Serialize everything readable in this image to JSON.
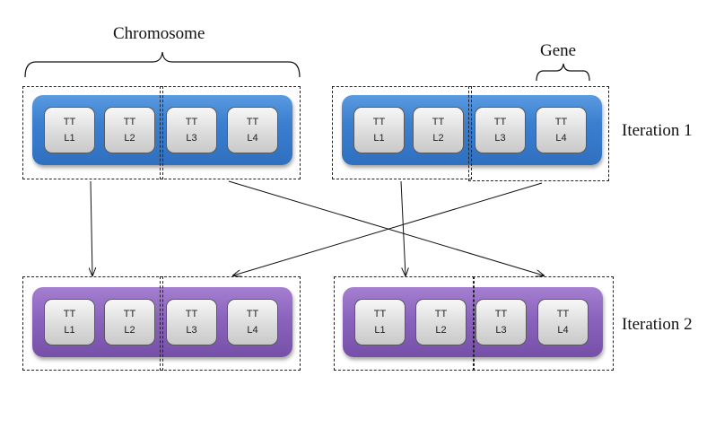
{
  "labels": {
    "chromosome": "Chromosome",
    "gene": "Gene",
    "iteration1": "Iteration 1",
    "iteration2": "Iteration 2"
  },
  "gene_top": "TT",
  "genes": [
    "L1",
    "L2",
    "L3",
    "L4"
  ],
  "colors": {
    "iteration1": "#3b7fd0",
    "iteration2": "#8a63bd"
  }
}
